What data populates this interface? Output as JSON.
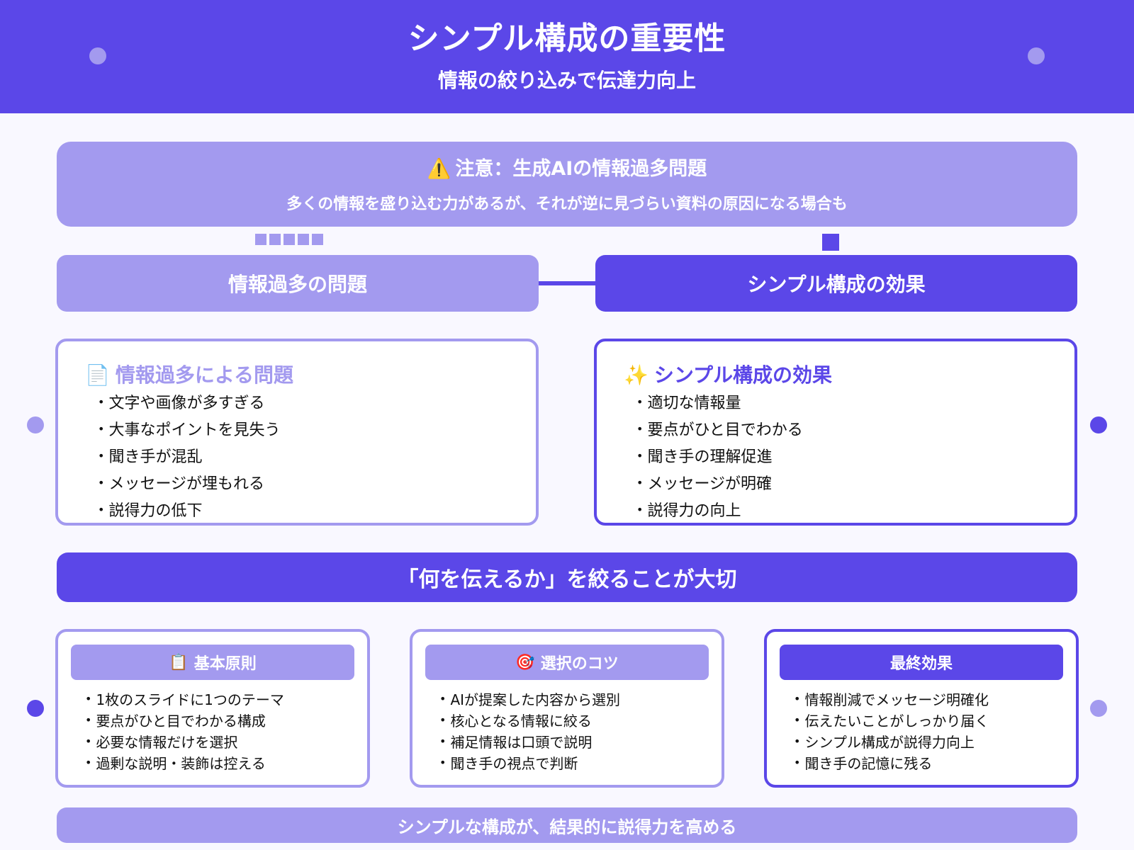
{
  "header": {
    "title": "シンプル構成の重要性",
    "subtitle": "情報の絞り込みで伝達力向上"
  },
  "warning": {
    "icon": "⚠️",
    "title": "注意：生成AIの情報過多問題",
    "body": "多くの情報を盛り込む力があるが、それが逆に見づらい資料の原因になる場合も"
  },
  "sections": {
    "left_label": "情報過多の問題",
    "right_label": "シンプル構成の効果"
  },
  "problem_card": {
    "icon": "📄",
    "title": "情報過多による問題",
    "items": [
      "文字や画像が多すぎる",
      "大事なポイントを見失う",
      "聞き手が混乱",
      "メッセージが埋もれる",
      "説得力の低下"
    ]
  },
  "effect_card": {
    "icon": "✨",
    "title": "シンプル構成の効果",
    "items": [
      "適切な情報量",
      "要点がひと目でわかる",
      "聞き手の理解促進",
      "メッセージが明確",
      "説得力の向上"
    ]
  },
  "band": {
    "text": "「何を伝えるか」を絞ることが大切"
  },
  "bottom_cards": [
    {
      "icon": "📋",
      "title": "基本原則",
      "items": [
        "1枚のスライドに1つのテーマ",
        "要点がひと目でわかる構成",
        "必要な情報だけを選択",
        "過剰な説明・装飾は控える"
      ]
    },
    {
      "icon": "🎯",
      "title": "選択のコツ",
      "items": [
        "AIが提案した内容から選別",
        "核心となる情報に絞る",
        "補足情報は口頭で説明",
        "聞き手の視点で判断"
      ]
    },
    {
      "icon": "",
      "title": "最終効果",
      "items": [
        "情報削減でメッセージ明確化",
        "伝えたいことがしっかり届く",
        "シンプル構成が説得力向上",
        "聞き手の記憶に残る"
      ]
    }
  ],
  "footer": {
    "text": "シンプルな構成が、結果的に説得力を高める"
  },
  "colors": {
    "primary": "#5b47e8",
    "light": "#a39aef",
    "background": "#f9f8ff"
  }
}
